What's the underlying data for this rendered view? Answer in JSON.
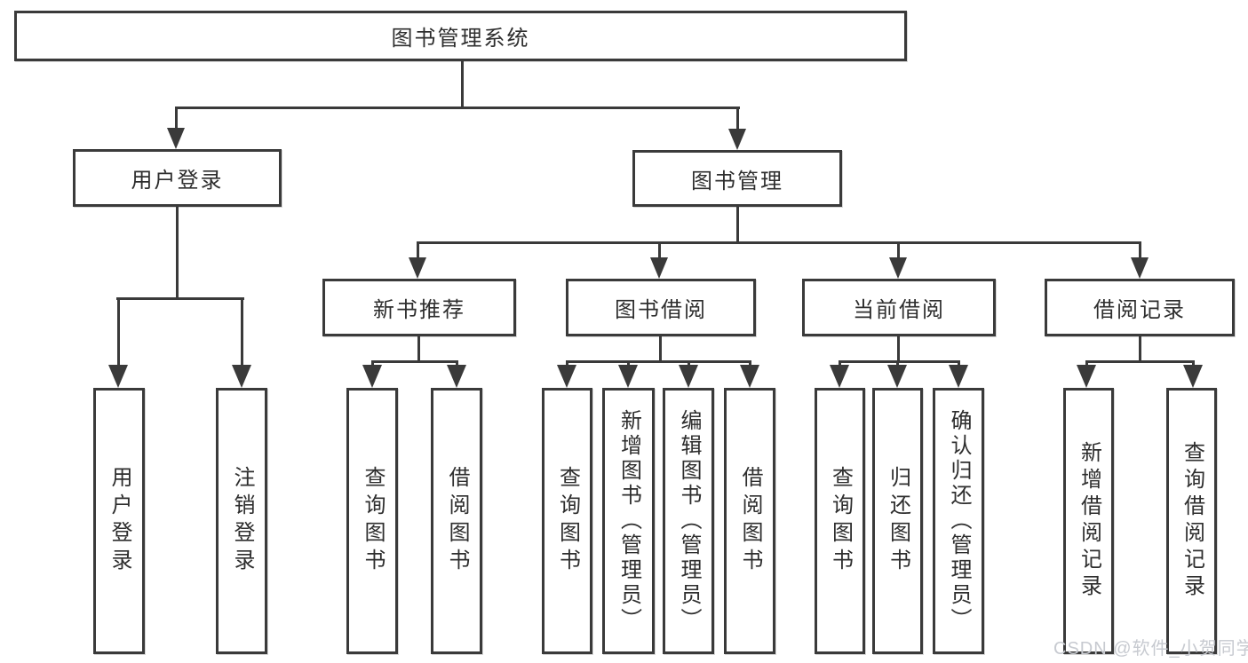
{
  "root": {
    "label": "图书管理系统"
  },
  "branches": [
    {
      "label": "用户登录",
      "children": [
        "用户登录",
        "注销登录"
      ]
    },
    {
      "label": "图书管理",
      "sections": [
        {
          "label": "新书推荐",
          "children": [
            "查询图书",
            "借阅图书"
          ]
        },
        {
          "label": "图书借阅",
          "children": [
            "查询图书",
            "新增图书（管理员）",
            "编辑图书（管理员）",
            "借阅图书"
          ]
        },
        {
          "label": "当前借阅",
          "children": [
            "查询图书",
            "归还图书",
            "确认归还（管理员）"
          ]
        },
        {
          "label": "借阅记录",
          "children": [
            "新增借阅记录",
            "查询借阅记录"
          ]
        }
      ]
    }
  ],
  "watermark": "CSDN @软件_小贺同学",
  "colors": {
    "line": "#3a3a3a",
    "box_background": "#ffffff",
    "text": "#2e2e2e",
    "watermark": "#c7cad0"
  }
}
